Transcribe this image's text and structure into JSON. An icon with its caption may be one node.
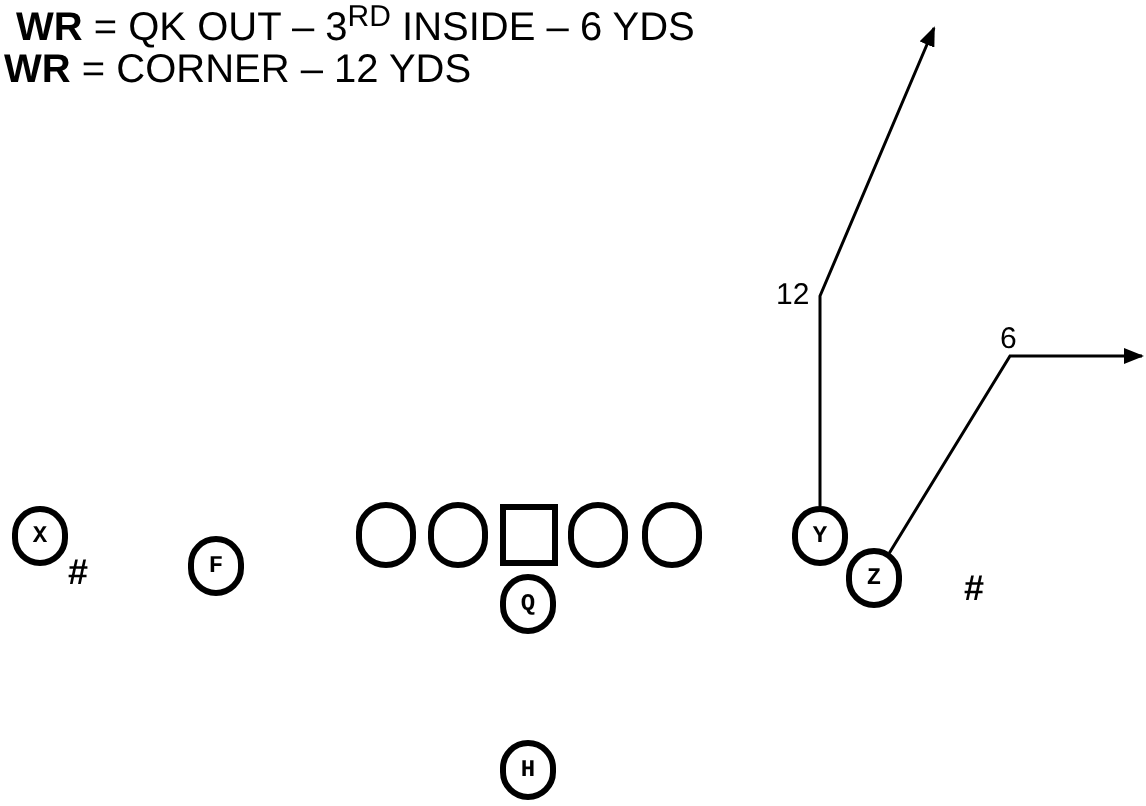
{
  "diagram": {
    "nodes": [
      {
        "text": [
          "X"
        ]
      },
      {
        "text": [],
        "shape": "circle"
      },
      {
        "text": [],
        "shape": "circle"
      },
      {
        "text": [],
        "shape": "box"
      },
      {
        "text": [],
        "shape": "circle"
      },
      {
        "text": [],
        "shape": "circle"
      },
      {
        "text": [
          "Y"
        ]
      },
      {
        "text": [
          "F"
        ]
      },
      {
        "text": [
          "Z"
        ]
      },
      {
        "text": [
          "Q"
        ]
      },
      {
        "text": [
          "H"
        ]
      }
    ],
    "edges": [
      {
        "from": 6,
        "to": null,
        "arrow": "to",
        "label": "12"
      },
      {
        "from": 8,
        "to": null,
        "arrow": "to",
        "label": "6"
      }
    ],
    "labels": [
      "**WR** = QK OUT – 3$^{RD}$ INSIDE – 6 YDS",
      "**WR** = CORNER – 12 YDS",
      "#",
      "#"
    ]
  }
}
